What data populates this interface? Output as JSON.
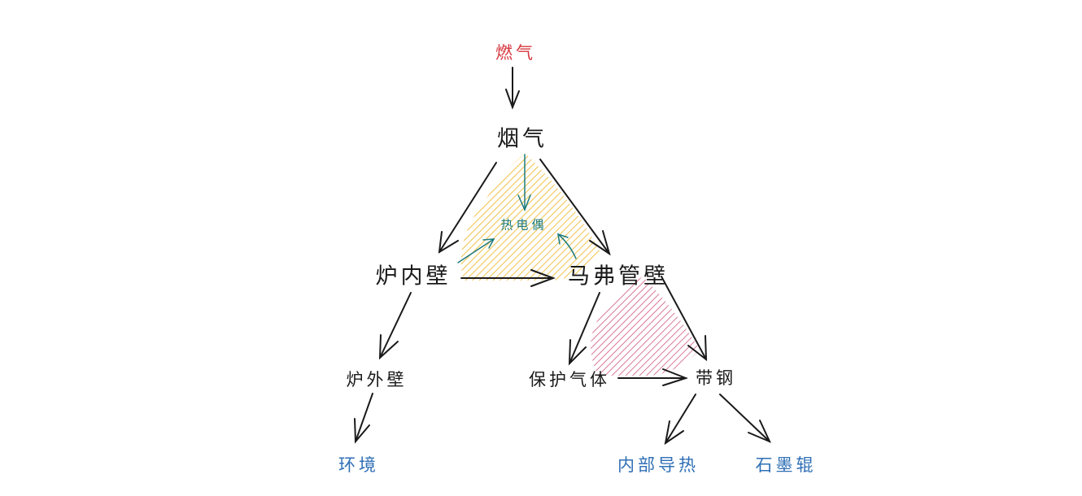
{
  "colors": {
    "source_red": "#d6383f",
    "black": "#1a1a1a",
    "sink_blue": "#2f6fb6",
    "thermocouple_teal": "#1d7a7a",
    "hatch_yellow": "#f0c24a",
    "hatch_pink": "#d9789a"
  },
  "nodes": {
    "fuel_gas": "燃气",
    "flue_gas": "烟气",
    "thermocouple": "热电偶",
    "furnace_inner_wall": "炉内壁",
    "muffle_tube_wall": "马弗管壁",
    "furnace_outer_wall": "炉外壁",
    "protective_gas": "保护气体",
    "steel_strip": "带钢",
    "environment": "环境",
    "internal_conduction": "内部导热",
    "graphite_roller": "石墨辊"
  },
  "edges": [
    {
      "from": "燃气",
      "to": "烟气"
    },
    {
      "from": "烟气",
      "to": "炉内壁"
    },
    {
      "from": "烟气",
      "to": "马弗管壁"
    },
    {
      "from": "烟气",
      "to": "热电偶"
    },
    {
      "from": "炉内壁",
      "to": "热电偶"
    },
    {
      "from": "马弗管壁",
      "to": "热电偶"
    },
    {
      "from": "炉内壁",
      "to": "马弗管壁"
    },
    {
      "from": "炉内壁",
      "to": "炉外壁"
    },
    {
      "from": "炉外壁",
      "to": "环境"
    },
    {
      "from": "马弗管壁",
      "to": "保护气体"
    },
    {
      "from": "马弗管壁",
      "to": "带钢"
    },
    {
      "from": "保护气体",
      "to": "带钢"
    },
    {
      "from": "带钢",
      "to": "内部导热"
    },
    {
      "from": "带钢",
      "to": "石墨辊"
    }
  ]
}
